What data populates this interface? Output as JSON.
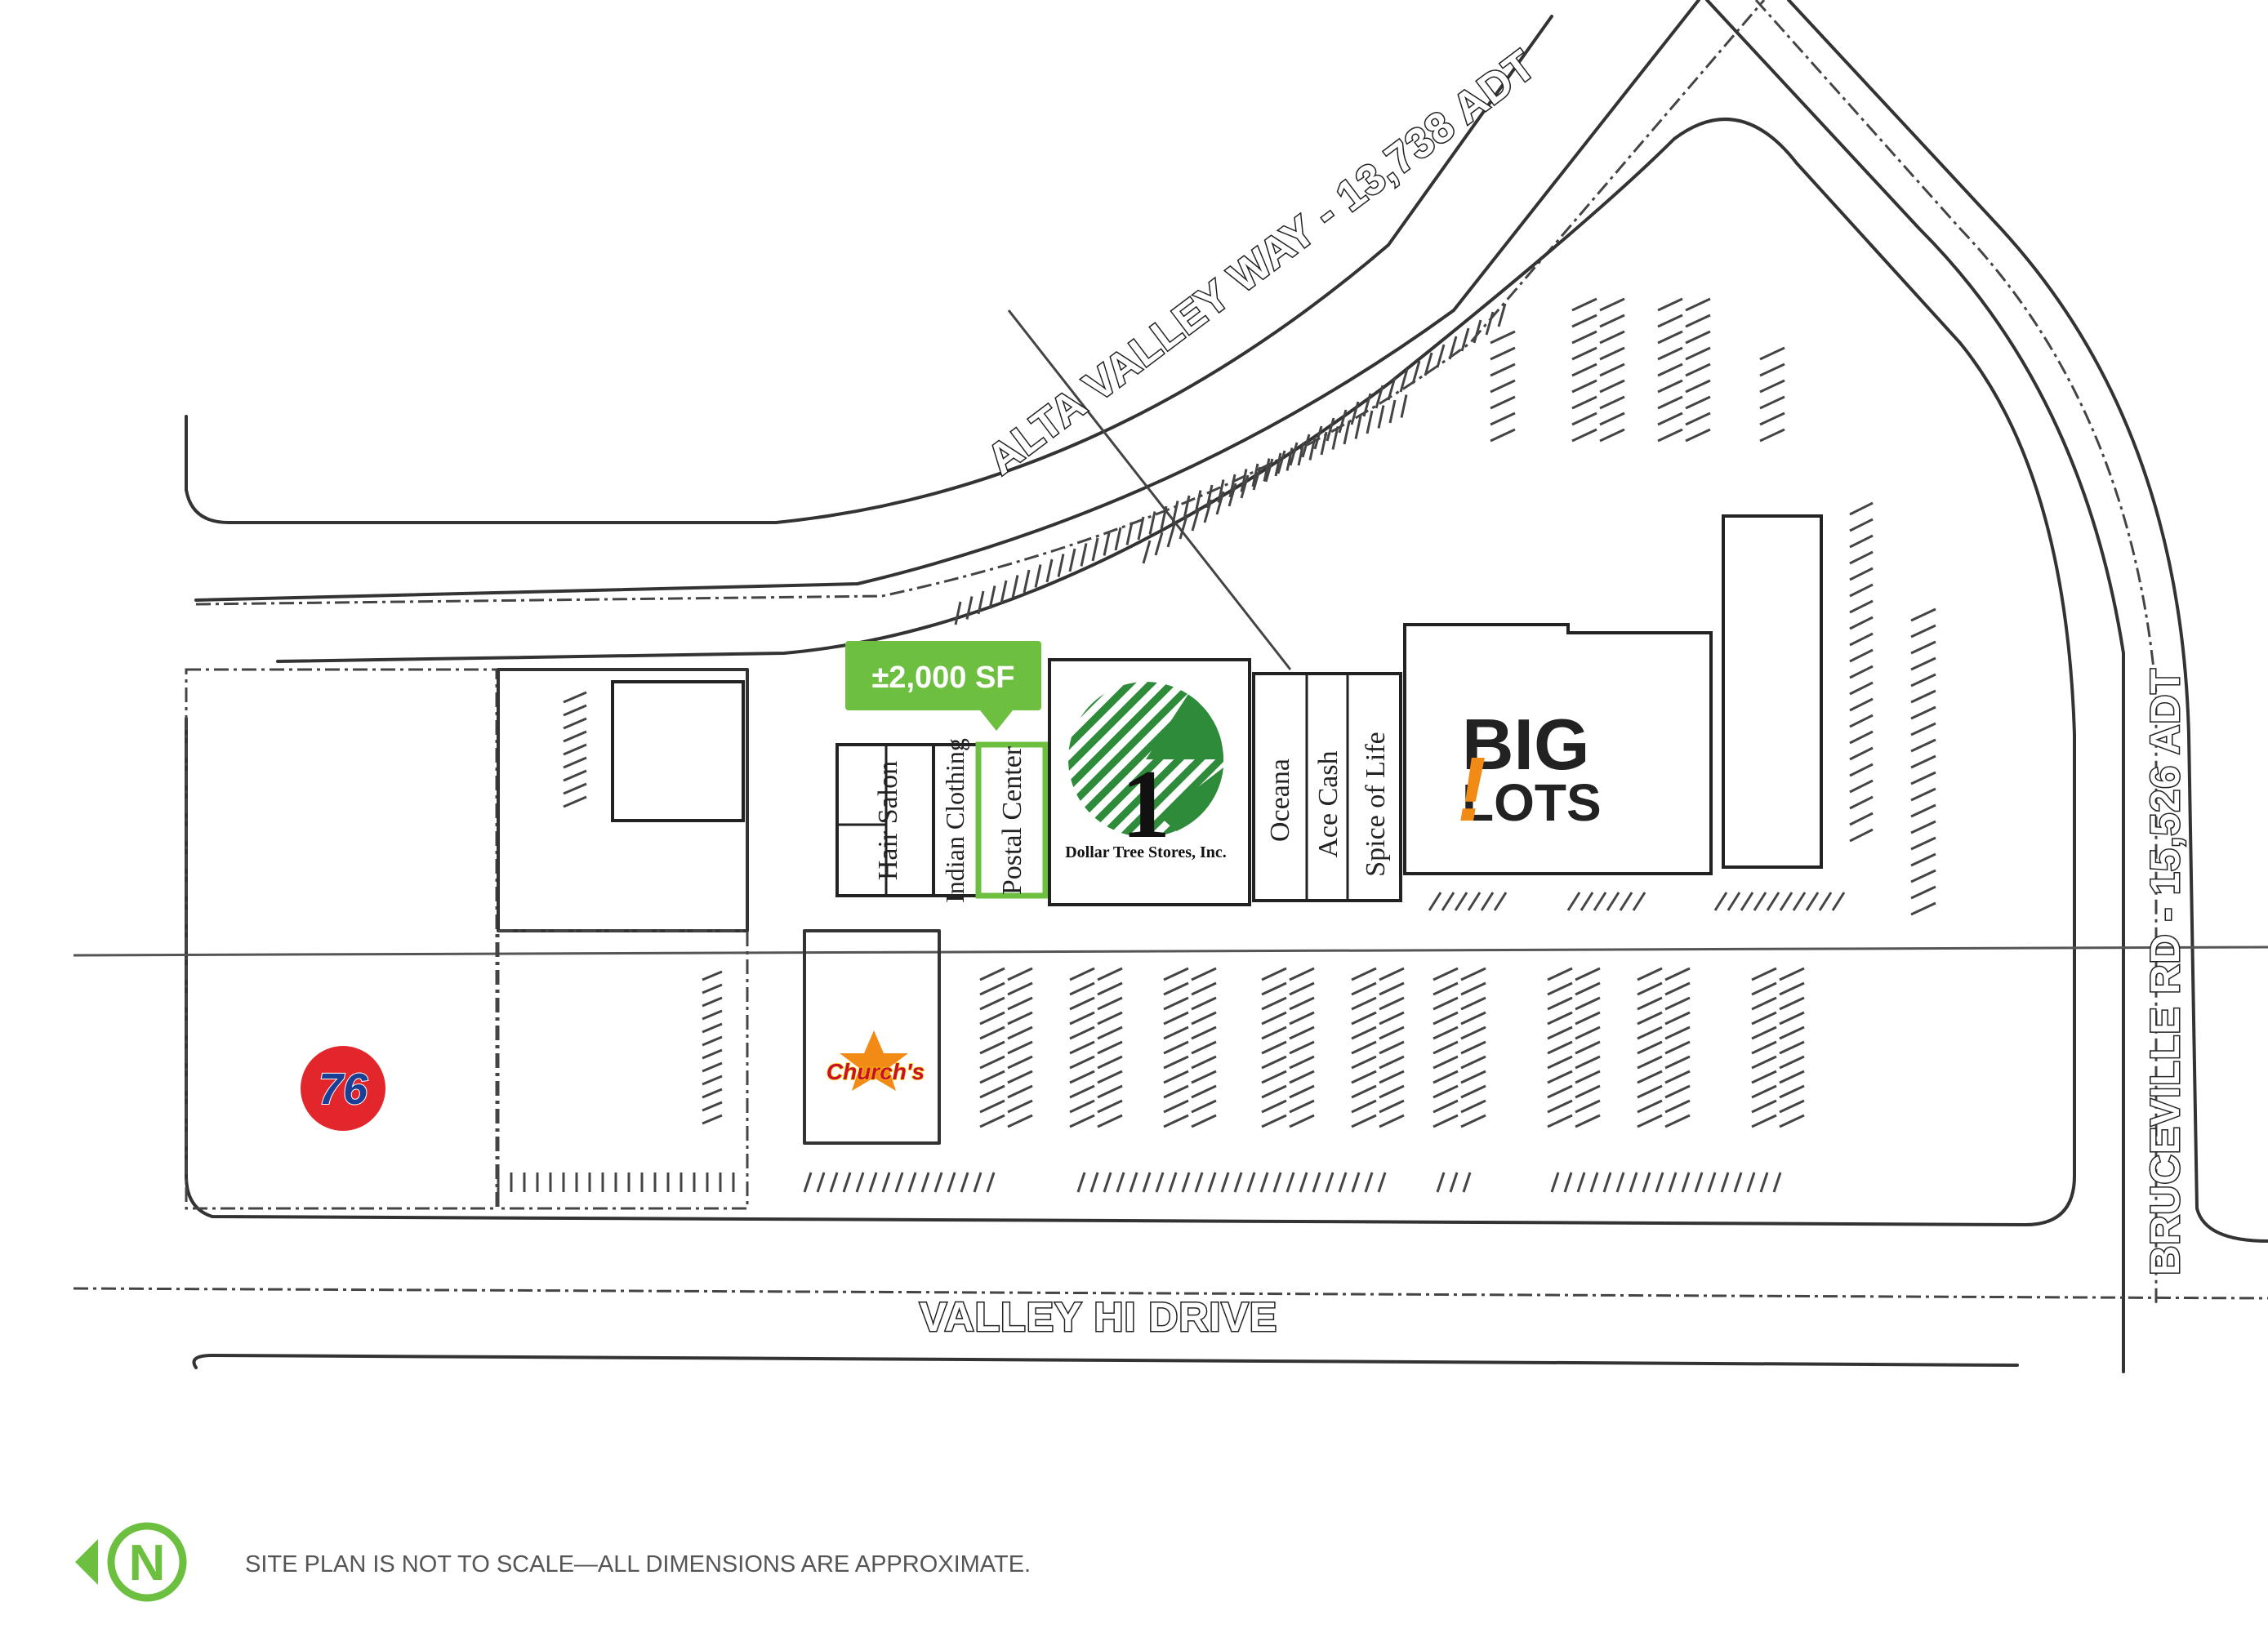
{
  "roads": {
    "alta_valley": "ALTA VALLEY WAY - 13,738 ADT",
    "bruceville": "BRUCEVILLE RD - 15,526 ADT",
    "valley_hi": "VALLEY HI DRIVE"
  },
  "callout": {
    "label": "±2,000 SF",
    "color": "#6cbf3f"
  },
  "tenants": {
    "hair_salon": "Hair Salon",
    "indian_clothing": "Indian Clothing",
    "postal_center": "Postal Center",
    "oceana": "Oceana",
    "ace_cash": "Ace Cash",
    "spice_of_life": "Spice of Life"
  },
  "logos": {
    "dollar_tree_numeral": "1",
    "dollar_tree_caption": "Dollar Tree Stores, Inc.",
    "dollar_tree_color": "#2e8b3a",
    "big_lots_line1": "BIG",
    "big_lots_line2": "LOTS",
    "big_lots_bang": "!",
    "big_lots_accent": "#f28a16",
    "station_76": "76",
    "station_76_color": "#e3262b",
    "churchs": "Church's"
  },
  "footer": {
    "north_letter": "N",
    "north_color": "#6cbf3f",
    "note": "SITE PLAN IS NOT TO SCALE—ALL DIMENSIONS ARE APPROXIMATE."
  }
}
